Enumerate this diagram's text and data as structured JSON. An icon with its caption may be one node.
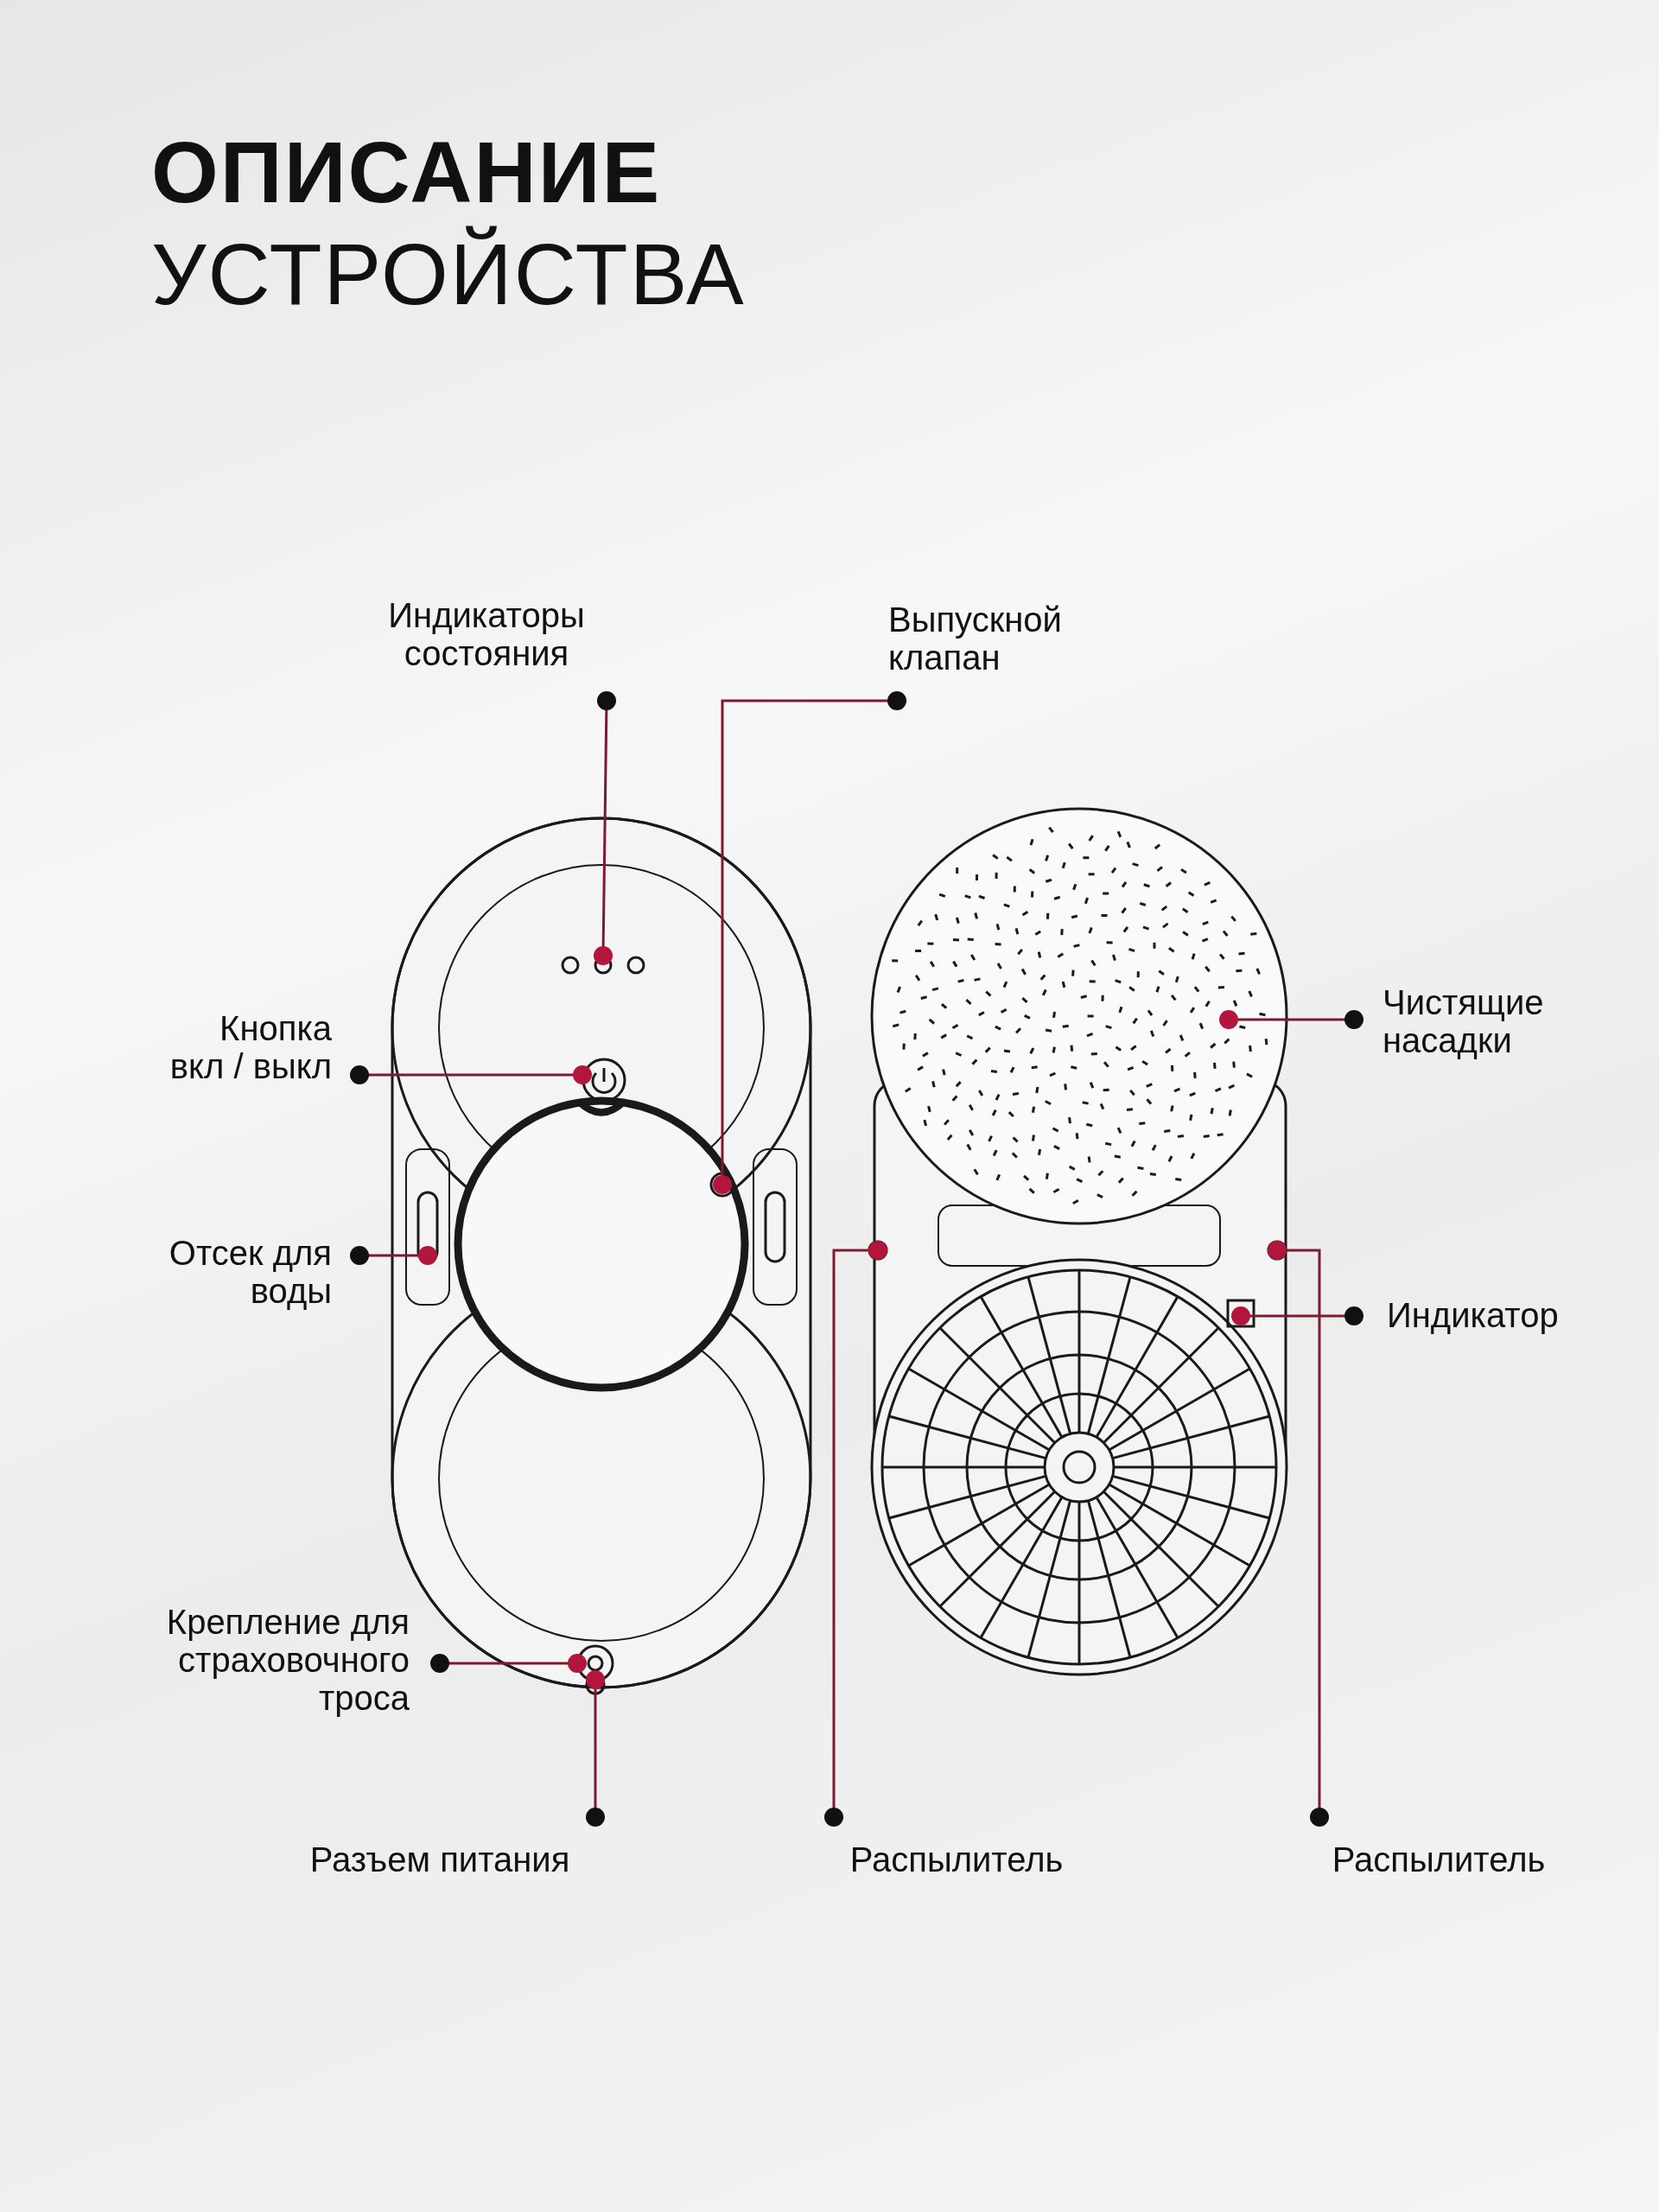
{
  "diagram": {
    "title": "**ОПИСАНИЕ** УСТРОЙСТВА",
    "nodes": [
      {
        "text": [
          "Индикаторы состояния"
        ]
      },
      {
        "text": [
          "Выпускной клапан"
        ]
      },
      {
        "text": [
          "Чистящие насадки"
        ]
      },
      {
        "text": [
          "Кнопка вкл / выкл"
        ]
      },
      {
        "text": [
          "Отсек для воды"
        ]
      },
      {
        "text": [
          "Индикатор"
        ]
      },
      {
        "text": [
          "Крепление для страховочного троса"
        ]
      },
      {
        "text": [
          "Разъем питания"
        ]
      },
      {
        "text": [
          "Распылитель"
        ]
      },
      {
        "text": [
          "Распылитель"
        ]
      },
      {
        "text": [],
        "shape": "circle"
      },
      {
        "text": [],
        "shape": "circle"
      },
      {
        "text": [],
        "shape": "circle"
      },
      {
        "text": [],
        "shape": "circle"
      },
      {
        "text": [],
        "shape": "box"
      },
      {
        "text": [],
        "shape": "box"
      },
      {
        "text": [],
        "shape": "circle"
      },
      {
        "text": [],
        "shape": "circle"
      },
      {
        "text": [],
        "shape": "circle"
      },
      {
        "text": [],
        "shape": "circle"
      }
    ],
    "edges": [
      {
        "from": 0,
        "to": 10,
        "arrow": "other"
      },
      {
        "from": 1,
        "to": 11,
        "arrow": "other"
      },
      {
        "from": 2,
        "to": 12,
        "arrow": "other"
      },
      {
        "from": 3,
        "to": 13,
        "arrow": "other"
      },
      {
        "from": 4,
        "to": 14,
        "arrow": "other"
      },
      {
        "from": 5,
        "to": 15,
        "arrow": "other"
      },
      {
        "from": 6,
        "to": 16,
        "arrow": "other"
      },
      {
        "from": 7,
        "to": 17,
        "arrow": "other"
      },
      {
        "from": 8,
        "to": 18,
        "arrow": "other"
      },
      {
        "from": 9,
        "to": 19,
        "arrow": "other"
      }
    ]
  }
}
